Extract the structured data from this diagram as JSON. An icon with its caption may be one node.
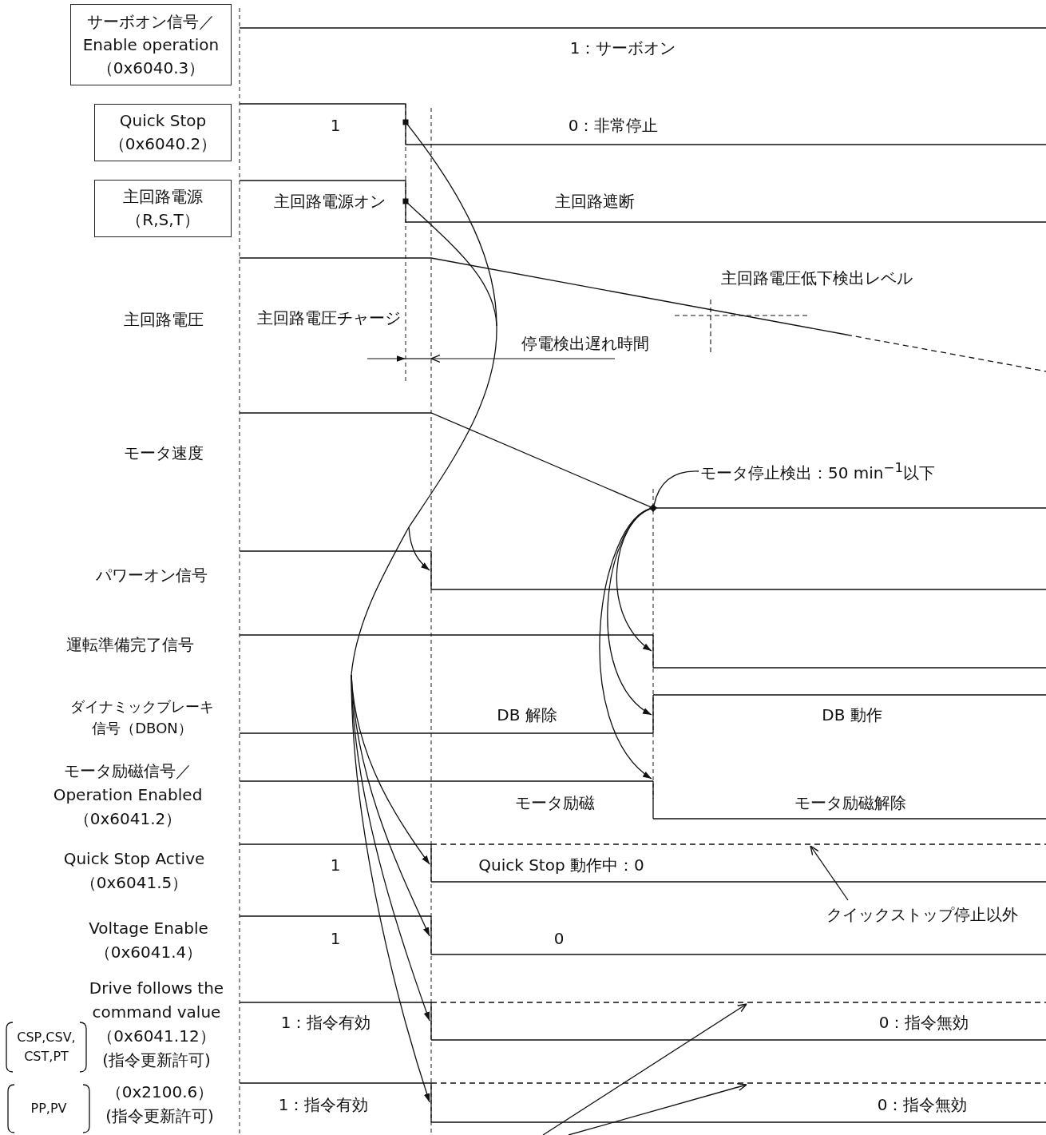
{
  "diagram": {
    "nodes": [
      {
        "text": [
          "サーボオン信号／ Enable operation （0x6040.3）"
        ]
      },
      {
        "text": [
          "Quick Stop （0x6040.2）"
        ]
      },
      {
        "text": [],
        "shape": "dot"
      },
      {
        "text": [
          "主回路電源（R,S,T）"
        ]
      },
      {
        "text": [],
        "shape": "dot"
      },
      {
        "text": [
          "モータ停止検出：50 min$^{−1}$以下"
        ]
      },
      {
        "text": [],
        "shape": "dot"
      },
      {
        "text": [],
        "shape": "line"
      },
      {
        "text": [],
        "shape": "line"
      },
      {
        "text": [],
        "shape": "line"
      },
      {
        "text": [],
        "shape": "line"
      },
      {
        "text": [],
        "shape": "line"
      },
      {
        "text": [],
        "shape": "line"
      },
      {
        "text": [
          "クイックストップ停止以外"
        ]
      },
      {
        "text": [],
        "shape": "line"
      },
      {
        "text": [],
        "shape": "line"
      },
      {
        "text": [],
        "shape": "line"
      },
      {
        "text": [],
        "shape": "line"
      },
      {
        "text": [],
        "shape": "line"
      }
    ],
    "edges": [
      {
        "from": 2,
        "to": 7,
        "arrow": "to"
      },
      {
        "from": 2,
        "to": 12,
        "arrow": "to"
      },
      {
        "from": 2,
        "to": 14,
        "arrow": "to"
      },
      {
        "from": 2,
        "to": 16,
        "arrow": "to"
      },
      {
        "from": 2,
        "to": 18,
        "arrow": "to"
      },
      {
        "from": 4,
        "to": 7,
        "arrow": "to"
      },
      {
        "from": 4,
        "to": 12,
        "arrow": "to"
      },
      {
        "from": 4,
        "to": 14,
        "arrow": "to"
      },
      {
        "from": 4,
        "to": 16,
        "arrow": "to"
      },
      {
        "from": 4,
        "to": 18,
        "arrow": "to"
      },
      {
        "from": 6,
        "to": 8,
        "arrow": "to"
      },
      {
        "from": 6,
        "to": 9,
        "arrow": "to"
      },
      {
        "from": 6,
        "to": 10,
        "arrow": "to"
      },
      {
        "from": 5,
        "to": 6,
        "arrow": "none"
      },
      {
        "from": 13,
        "to": 11,
        "arrow": "to"
      },
      {
        "from": null,
        "to": 15,
        "arrow": "to"
      },
      {
        "from": null,
        "to": 17,
        "arrow": "to"
      }
    ],
    "labels": [
      "1：サーボオン",
      "1",
      "0：非常停止",
      "主回路電源オン",
      "主回路遮断",
      "主回路電圧低下検出レベル",
      "主回路電圧",
      "主回路電圧チャージ",
      "停電検出遅れ時間",
      "モータ速度",
      "パワーオン信号",
      "運転準備完了信号",
      "ダイナミックブレーキ信号（DBON）",
      "DB 解除",
      "DB 動作",
      "モータ励磁信号／ Operation Enabled （0x6041.2）",
      "モータ励磁",
      "モータ励磁解除",
      "Quick Stop Active （0x6041.5）",
      "1",
      "Quick Stop 動作中：0",
      "Voltage Enable （0x6041.4）",
      "1",
      "0",
      "Drive follows the command value （0x6041.12）(指令更新許可)",
      "CSP,CSV, CST,PT",
      "1：指令有効",
      "0：指令無効",
      "PP,PV",
      "（0x2100.6）(指令更新許可)",
      "1：指令有効",
      "0：指令無効"
    ]
  }
}
